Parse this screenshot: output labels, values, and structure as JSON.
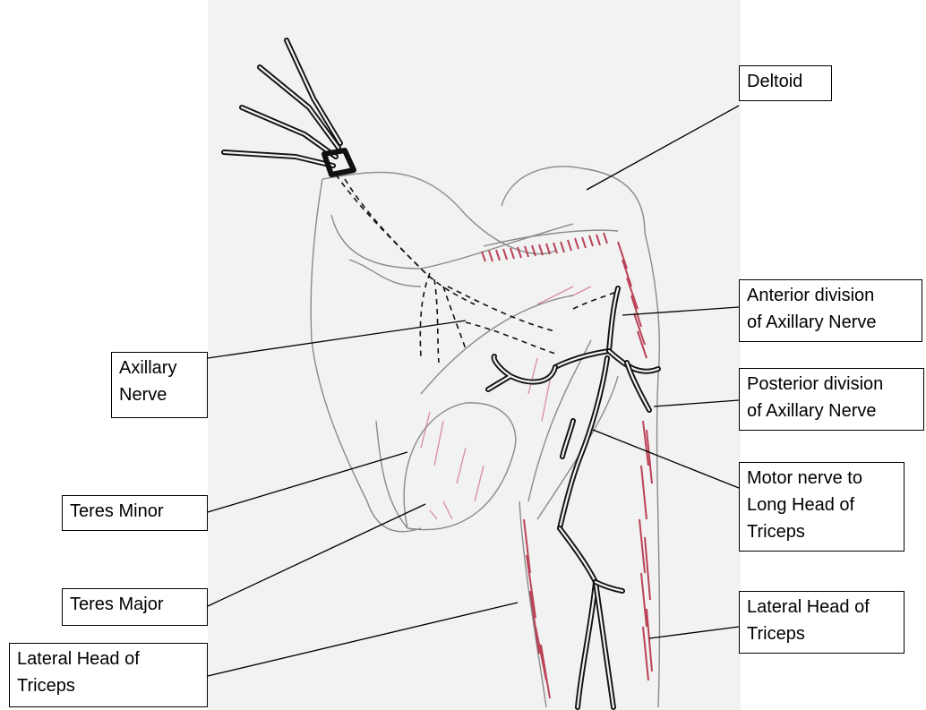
{
  "labels": {
    "deltoid": "Deltoid",
    "anterior_division": "Anterior division\nof Axillary Nerve",
    "posterior_division": "Posterior division\nof Axillary Nerve",
    "motor_nerve": "Motor nerve to\nLong Head of\nTriceps",
    "lateral_head_right": "Lateral Head of\nTriceps",
    "axillary_nerve": "Axillary\nNerve",
    "teres_minor": "Teres Minor",
    "teres_major": "Teres Major",
    "lateral_head_left": "Lateral Head of\nTriceps"
  },
  "colors": {
    "paper": "#f2f2f2",
    "pencil": "#8a8a8a",
    "nerve": "#111111",
    "muscle_hatch": "#b0243c"
  }
}
